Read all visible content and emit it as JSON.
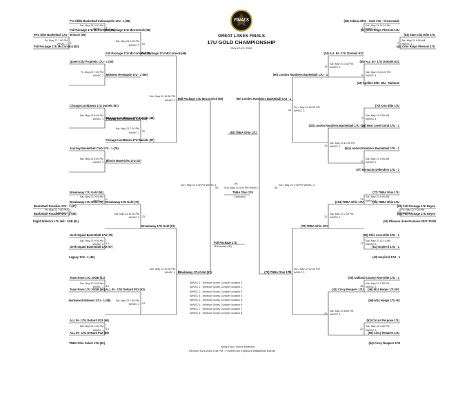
{
  "header": {
    "logo_text": "FINALS",
    "title": "GREAT LAKES FINALS",
    "subtitle": "17U GOLD CHAMPIONSHIP",
    "dates": "May 22-24, 2026"
  },
  "center": {
    "seed_line": "(8)",
    "game": "Sun, May 24 4:00 PM WINSC 1",
    "winner": "TNBA Ohio 17U",
    "winner_label": "Champion",
    "left_time": "Sun, May 24 2:30 PM WINSC 1",
    "left_no": "55",
    "right_time": "Sun, May 24 2:30 PM WINSC 3",
    "right_no": "56"
  },
  "left": {
    "r1": [
      {
        "teams": [
          "Pro Skillz Basketball Indianapolis 17U - 1 (86)",
          "Full Package 17U McCormick (55)"
        ],
        "info": [
          "Sat, May 23 9:00 AM",
          "WINSC 1"
        ],
        "no": "1"
      },
      {
        "teams": [
          "PAC Elite Basketball 17U - Briscoe (59)",
          "Full Package 17U McCormick (62)"
        ],
        "info": [
          "Fri, May 22 7:00 PM",
          "WINSC 1"
        ],
        "no": "2"
      },
      {
        "teams": [
          "Queen City Prophets 17U - 1 (40)",
          ""
        ],
        "info": [
          "Fri, May 22 7:00 PM",
          "WINSC 2"
        ],
        "no": "3"
      },
      {
        "teams": [
          "Midwest Renegade 17U - 2 (66)",
          ""
        ],
        "info": [],
        "no": ""
      },
      {
        "teams": [
          "Chicago LockDown 17U Daniels (61)",
          ""
        ],
        "info": [
          "Sat, May 23 5:45 PM",
          "WINSC 1"
        ],
        "no": "7"
      },
      {
        "teams": [
          "Playing for Greatness 17U (51)",
          ""
        ],
        "info": [],
        "no": ""
      },
      {
        "teams": [
          "Journey Basketball Club 17U - 1 (76)",
          ""
        ],
        "info": [
          "Sat, May 23 5:45 PM",
          "WINSC 2"
        ],
        "no": "8"
      },
      {
        "teams": [
          "Illinois Mavericks 17U (47)",
          ""
        ],
        "info": [],
        "no": ""
      }
    ],
    "r2": [
      {
        "teams": [
          "Full Package 17U McCormick (55)",
          "Full Package 17U McCormick (58)"
        ],
        "info": [
          "Sat, May 23 1:25 PM",
          "WINSC 2"
        ],
        "no": "15"
      },
      {
        "teams": [
          "Chicago LockDown 17U Daniels (48)",
          "Chicago LockDown 17U Daniels (57)"
        ],
        "info": [
          "Sat, May 23 7:30 PM",
          "WINSC 1"
        ],
        "no": "20"
      }
    ],
    "r3": {
      "teams": [
        "Full Package 17U McCormick (66)",
        ""
      ],
      "info": [
        "Sun, May 24 10:30 PM",
        "WINSC 1"
      ],
      "no": "32"
    },
    "semi_winner": "Full Package 17U",
    "semi_sub": "McCormick (49)",
    "r1b": [
      {
        "teams": [
          "Breakaway 17U Gold (54)",
          "Breakaway 17U Gold (75)"
        ],
        "info": [
          "Sat, May 23 9:05 AM",
          "WINSC 2"
        ],
        "no": "4"
      },
      {
        "teams": [
          "Basketball Paradise 17U - 1 (47)",
          "Basketball Paradise 17U - 1 (38)"
        ],
        "info": [
          "Fri, May 22 7:00 PM",
          "WINSC 1"
        ],
        "no": "5"
      },
      {
        "teams": [
          "Flight Athletics 17U Hill - 3GB (61)",
          ""
        ],
        "info": [],
        "no": ""
      },
      {
        "teams": [
          "Geek Squad Basketball 17U (70)",
          "Geek Squad Basketball 17U (67)"
        ],
        "info": [
          "Sat, May 23 9:05 AM",
          "WINSC 3"
        ],
        "no": "10"
      },
      {
        "teams": [
          "Legacy 17U - 1 (46)",
          ""
        ],
        "info": [],
        "no": ""
      },
      {
        "teams": [
          "Team Rose 17U 3SGB (61)",
          "Team Rose 17U 3SGB (66)"
        ],
        "info": [
          "Sat, May 23 9:05 AM",
          "WINSC 1"
        ],
        "no": "12"
      },
      {
        "teams": [
          "Hardwood Midwest 17U - 1 (58)",
          ""
        ],
        "info": [],
        "no": ""
      },
      {
        "teams": [
          "ALL IN - 17U DeNard P32 (66)",
          "ALL IN - 17U DeNard P32 (65)"
        ],
        "info": [
          "Sat, May 23 2:30 PM",
          "WINSC 4"
        ],
        "no": "14"
      },
      {
        "teams": [
          "TNBA Ohio Select 17U (60)",
          ""
        ],
        "info": [],
        "no": ""
      }
    ],
    "r2b": [
      {
        "teams": [
          "Breakaway 17U Gold (72)",
          ""
        ],
        "info": [
          "Sat, May 23 12:30 PM",
          "WINSC 5"
        ],
        "no": "23"
      },
      {
        "teams": [
          "ALL IN - 17U DeNard P32 (53)",
          ""
        ],
        "info": [
          "Sat, May 23 7:55 PM",
          "WINSC 3"
        ],
        "no": "24"
      }
    ],
    "r3b": {
      "teams": [
        "Breakaway 17U Gold (57)",
        ""
      ],
      "info": [
        "Sun, May 24 12:30 PM",
        "WINSC 4"
      ],
      "no": "33"
    }
  },
  "right": {
    "r1": [
      {
        "teams": [
          "(38) Indiana Elite - Gold 17U - Crossroads",
          "(57) Ohio Reign Phenom 17U"
        ],
        "info": [
          "Sat, May 23 11:15 AM",
          "WINSC 2"
        ],
        "no": "1"
      },
      {
        "teams": [
          "(63) Slam City Elite 17U",
          "(44) Ohio Reign Phenom 17U"
        ],
        "info": [
          "Sat, May 23 9:00 AM",
          "WINSC 4"
        ],
        "no": "2"
      },
      {
        "teams": [
          "(58) ALL IN - 17U Drobnik E32",
          "(43) Apollos Elite 16U - National"
        ],
        "info": [
          "Sat, May 23 12:22 PM",
          "WINSC 4"
        ],
        "no": "6"
      },
      {
        "teams": [
          "(70) Icon Elite 17U",
          "(49) Next Level Grind 17U - 1"
        ],
        "info": [
          "Sat, May 23 9:05 AM",
          "WINSC 4"
        ],
        "no": "9"
      },
      {
        "teams": [
          "(54) London Ramblers Basketball 17U - 1",
          "(37) Kentucky Defenders 17U - 1"
        ],
        "info": [
          "Sat, May 23 9:05 AM",
          "WINSC 5"
        ],
        "no": "11"
      }
    ],
    "r2": [
      {
        "teams": [
          "(24) ALL IN - 17U Drobnik E32",
          ""
        ],
        "info": [
          "Sat, May 23 3:30 PM",
          "WINSC 5"
        ],
        "no": "16"
      },
      {
        "teams": [
          "(18) London Ramblers Basketball 17U - 1",
          ""
        ],
        "info": [
          "Sat, May 23 12:30 PM",
          "WINSC 3"
        ],
        "no": "19"
      }
    ],
    "r3": {
      "teams": [
        "(60) London Ramblers Basketball 17U - 1",
        ""
      ],
      "info": [
        "Sun, May 24 10:30 PM",
        "WINSC 3"
      ],
      "no": "31"
    },
    "semi_winner": "(63) TNBA Ohio 17U",
    "r1b": [
      {
        "teams": [
          "(77) TNBA Ohio 17U",
          "(61) TNBA Ohio 17U"
        ],
        "info": [
          "Sat, May 23 9:05 AM",
          "WINSC 4"
        ],
        "no": "13"
      },
      {
        "teams": [
          "(69) Full Package 17U Reyes",
          "(82) Full Package 17U Reyes"
        ],
        "info": [
          "Fri, May 22 7:00 PM",
          "WINSC 3"
        ],
        "no": "6"
      },
      {
        "teams": [
          "(24) Phenom United Indiana 2027 3SGB",
          ""
        ],
        "info": [],
        "no": ""
      },
      {
        "teams": [
          "(59) Ohio Aces Elite 17U - 1",
          "(61) Inspire'd 17U - 1"
        ],
        "info": [
          "Sat, May 23 11:15 AM",
          "WINSC 5"
        ],
        "no": "17"
      },
      {
        "teams": [
          "(43) Inspire'd 17U - 1",
          ""
        ],
        "info": [],
        "no": ""
      },
      {
        "teams": [
          "(50) Oakland County Rise Elite 17U - 1",
          "(46) M14 Hoops 17U M1"
        ],
        "info": [
          "Sat, May 23 1:55 PM",
          "WINSC 3"
        ],
        "no": "18"
      },
      {
        "teams": [
          "(69) M14 Hoops 17U M1",
          ""
        ],
        "info": [],
        "no": ""
      },
      {
        "teams": [
          "(53) Circuit Purpose 17U",
          "(65) Cincy Reapers 17U"
        ],
        "info": [
          "Sat, May 23 4:40 PM",
          "WINSC 3"
        ],
        "no": "22"
      },
      {
        "teams": [
          "(54) Cincy Reapers 17U",
          ""
        ],
        "info": [],
        "no": ""
      }
    ],
    "r2b": [
      {
        "teams": [
          "(104) TNBA Ohio 17U",
          ""
        ],
        "info": [
          "Sat, May 23 7:30 PM",
          "WINSC 4"
        ],
        "no": "21"
      },
      {
        "teams": [
          "(42) Cincy Reapers 17U",
          ""
        ],
        "info": [
          "Sat, May 23 6:50 PM",
          "WINSC 5"
        ],
        "no": "25"
      }
    ],
    "r3b": {
      "teams": [
        "(70) TNBA Ohio 17U",
        ""
      ],
      "info": [
        "Sun, May 24 12:30 PM",
        "WINSC 2"
      ],
      "no": "34"
    }
  },
  "locations": [
    "WINSC 1 - Wintrust Sports Complex location 1",
    "WINSC 2 - Wintrust Sports Complex location 2",
    "WINSC 3 - Wintrust Sports Complex location 3",
    "WINSC 4 - Wintrust Sports Complex location 4",
    "WINSC 5 - Wintrust Sports Complex location 5",
    "WINSC 6 - Wintrust Sports Complex location 6",
    "WINSC 7 - Wintrust Sports Complex location 7",
    "WINSC 8 - Wintrust Sports Complex location 8"
  ],
  "footer": {
    "line1": "Away (Top), Home (Bottom)",
    "line2": "Revised 5/24/2026 6:48 PM - Powered by Exposure Basketball Events"
  },
  "colors": {
    "logo_bg": "#1a1a1a",
    "logo_ring": "#c9a227",
    "line": "#222222"
  }
}
